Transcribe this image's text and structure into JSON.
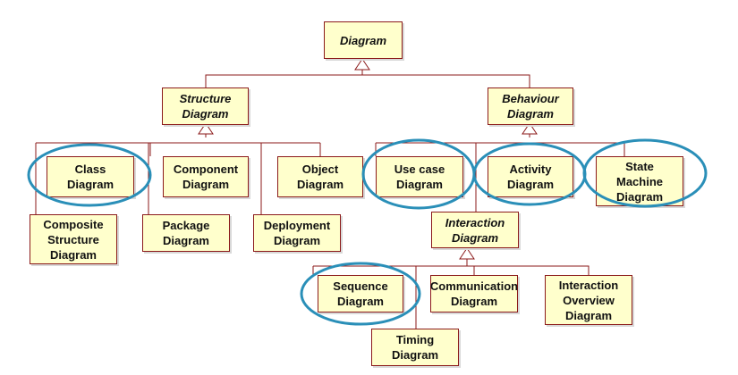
{
  "diagram": {
    "root": "Diagram",
    "structure": "Structure\nDiagram",
    "behaviour": "Behaviour\nDiagram",
    "class": "Class\nDiagram",
    "component": "Component\nDiagram",
    "object": "Object\nDiagram",
    "composite": "Composite\nStructure\nDiagram",
    "package": "Package\nDiagram",
    "deployment": "Deployment\nDiagram",
    "usecase": "Use case\nDiagram",
    "activity": "Activity\nDiagram",
    "statemachine": "State\nMachine\nDiagram",
    "interaction": "Interaction\nDiagram",
    "sequence": "Sequence\nDiagram",
    "communication": "Communication\nDiagram",
    "interaction_overview": "Interaction\nOverview\nDiagram",
    "timing": "Timing\nDiagram"
  },
  "colors": {
    "box_fill": "#ffffcc",
    "box_border": "#8b1a1a",
    "highlight": "#2a8fb8"
  }
}
